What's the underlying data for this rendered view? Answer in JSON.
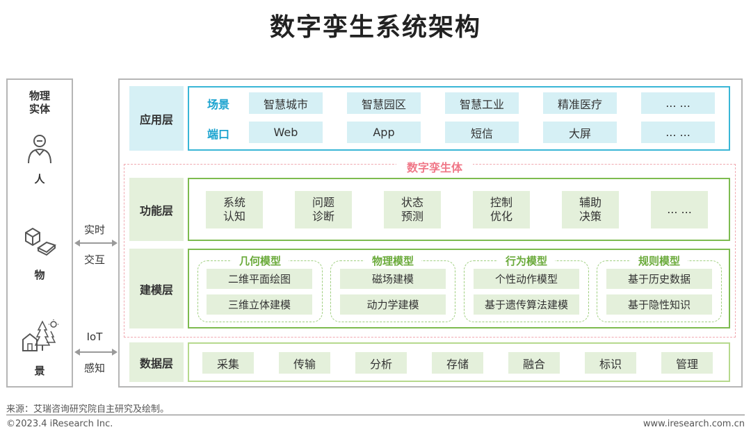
{
  "title": "数字孪生系统架构",
  "physical": {
    "title_line1": "物理",
    "title_line2": "实体",
    "items": [
      "人",
      "物",
      "景"
    ]
  },
  "interaction": {
    "realtime_1": "实时",
    "realtime_2": "交互",
    "iot_1": "IoT",
    "iot_2": "感知"
  },
  "application_layer": {
    "label": "应用层",
    "scenes_label": "场景",
    "scenes": [
      "智慧城市",
      "智慧园区",
      "智慧工业",
      "精准医疗",
      "... ..."
    ],
    "ports_label": "端口",
    "ports": [
      "Web",
      "App",
      "短信",
      "大屏",
      "... ..."
    ]
  },
  "digital_twin_label": "数字孪生体",
  "function_layer": {
    "label": "功能层",
    "items": [
      {
        "line1": "系统",
        "line2": "认知"
      },
      {
        "line1": "问题",
        "line2": "诊断"
      },
      {
        "line1": "状态",
        "line2": "预测"
      },
      {
        "line1": "控制",
        "line2": "优化"
      },
      {
        "line1": "辅助",
        "line2": "决策"
      },
      {
        "line1": "... ...",
        "line2": ""
      }
    ]
  },
  "modeling_layer": {
    "label": "建模层",
    "groups": [
      {
        "title": "几何模型",
        "items": [
          "二维平面绘图",
          "三维立体建模"
        ]
      },
      {
        "title": "物理模型",
        "items": [
          "磁场建模",
          "动力学建模"
        ]
      },
      {
        "title": "行为模型",
        "items": [
          "个性动作模型",
          "基于遗传算法建模"
        ]
      },
      {
        "title": "规则模型",
        "items": [
          "基于历史数据",
          "基于隐性知识"
        ]
      }
    ]
  },
  "data_layer": {
    "label": "数据层",
    "items": [
      "采集",
      "传输",
      "分析",
      "存储",
      "融合",
      "标识",
      "管理"
    ]
  },
  "footer": {
    "source": "来源：艾瑞咨询研究院自主研究及绘制。",
    "copyright": "©2023.4 iResearch Inc.",
    "website": "www.iresearch.com.cn"
  },
  "colors": {
    "cyan_border": "#39b6d6",
    "cyan_fill": "#d6f0f5",
    "green_border": "#7dbb4f",
    "green_fill": "#e4f0db",
    "twin_pink": "#f07888"
  },
  "icons": [
    "person-icon",
    "cube-objects-icon",
    "scene-house-trees-sun-icon",
    "double-arrow-icon"
  ]
}
